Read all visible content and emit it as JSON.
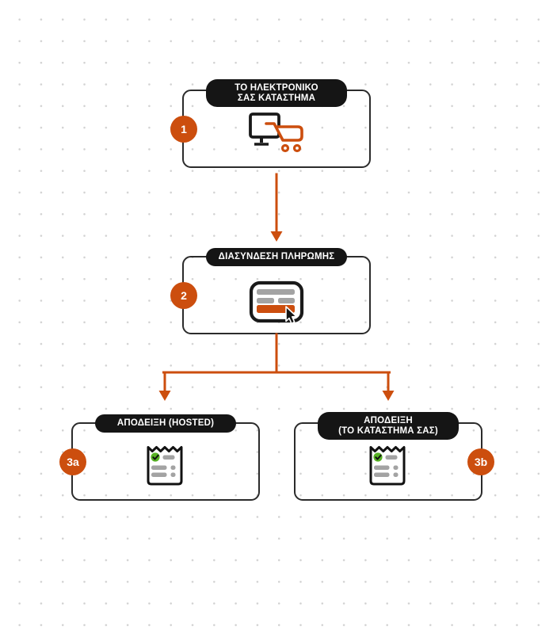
{
  "colors": {
    "accent_orange": "#cc4e0e",
    "pill_background": "#151515",
    "box_border": "#2b2b2b",
    "icon_dark": "#1a1a1a",
    "icon_gray": "#a3a3a3",
    "check_green": "#57b224",
    "dot_grid": "#d2d2d2"
  },
  "diagram": {
    "steps": [
      {
        "badge": "1",
        "icon": "monitor-cart-icon",
        "label_lines": [
          "ΤΟ ΗΛΕΚΤΡΟΝΙΚΟ",
          "ΣΑΣ ΚΑΤΑΣΤΗΜΑ"
        ]
      },
      {
        "badge": "2",
        "icon": "payment-form-cursor-icon",
        "label_lines": [
          "ΔΙΑΣΥΝΔΕΣΗ ΠΛΗΡΩΜΗΣ"
        ]
      },
      {
        "badge": "3a",
        "icon": "receipt-check-icon",
        "label_lines": [
          "ΑΠΟΔΕΙΞΗ (HOSTED)"
        ]
      },
      {
        "badge": "3b",
        "icon": "receipt-check-icon",
        "label_lines": [
          "ΑΠΟΔΕΙΞΗ",
          "(ΤΟ ΚΑΤΑΣΤΗΜΑ ΣΑΣ)"
        ]
      }
    ]
  }
}
